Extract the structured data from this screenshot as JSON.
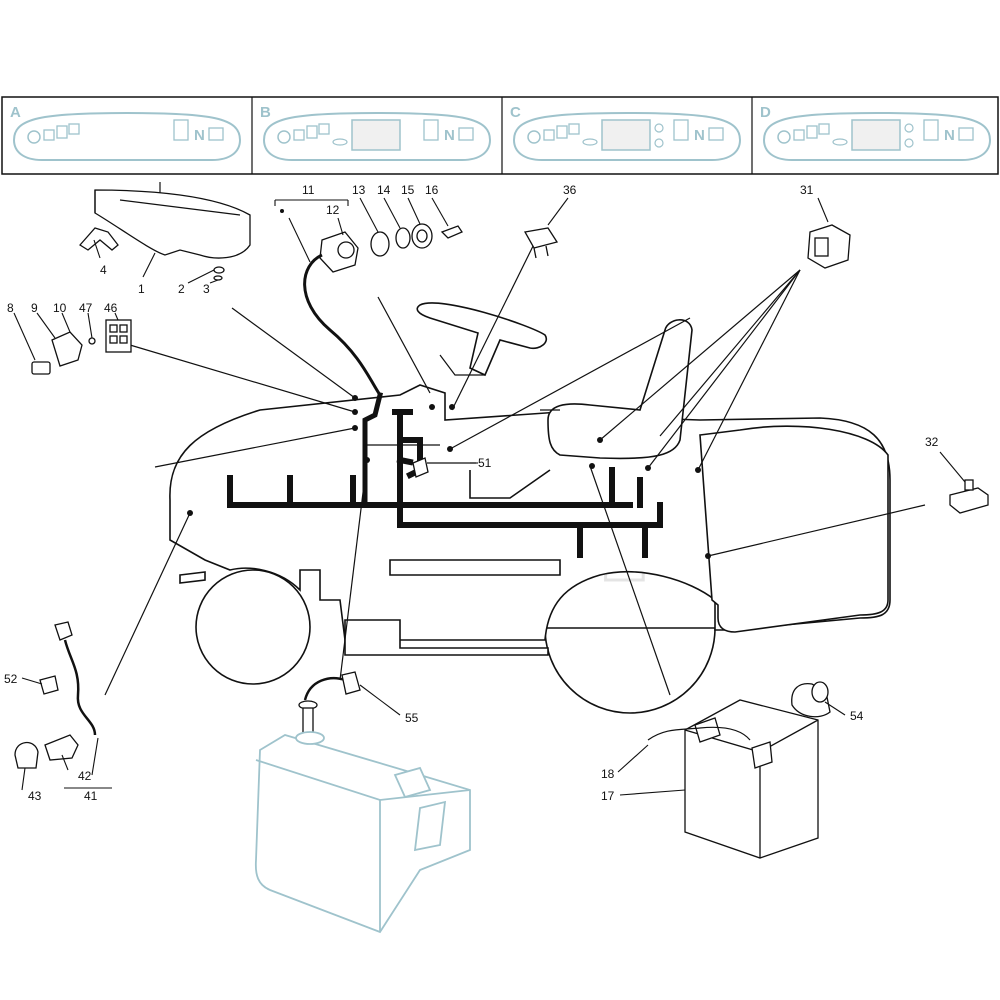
{
  "panels": [
    {
      "label": "A",
      "display": false,
      "lights": false
    },
    {
      "label": "B",
      "display": true,
      "lights": false
    },
    {
      "label": "C",
      "display": true,
      "lights": true
    },
    {
      "label": "D",
      "display": true,
      "lights": true
    }
  ],
  "watermark": "GHS",
  "callouts": {
    "n1": "1",
    "n2": "2",
    "n3": "3",
    "n4": "4",
    "n8": "8",
    "n9": "9",
    "n10": "10",
    "n11": "11",
    "n12": "12",
    "n13": "13",
    "n14": "14",
    "n15": "15",
    "n16": "16",
    "n17": "17",
    "n18": "18",
    "n31": "31",
    "n32": "32",
    "n36": "36",
    "n41": "41",
    "n42": "42",
    "n43": "43",
    "n46": "46",
    "n47": "47",
    "n51": "51",
    "n52": "52",
    "n54": "54",
    "n55": "55"
  },
  "colors": {
    "line": "#111111",
    "ghost": "#9fc3cc",
    "watermark": "#e4e4e4"
  }
}
